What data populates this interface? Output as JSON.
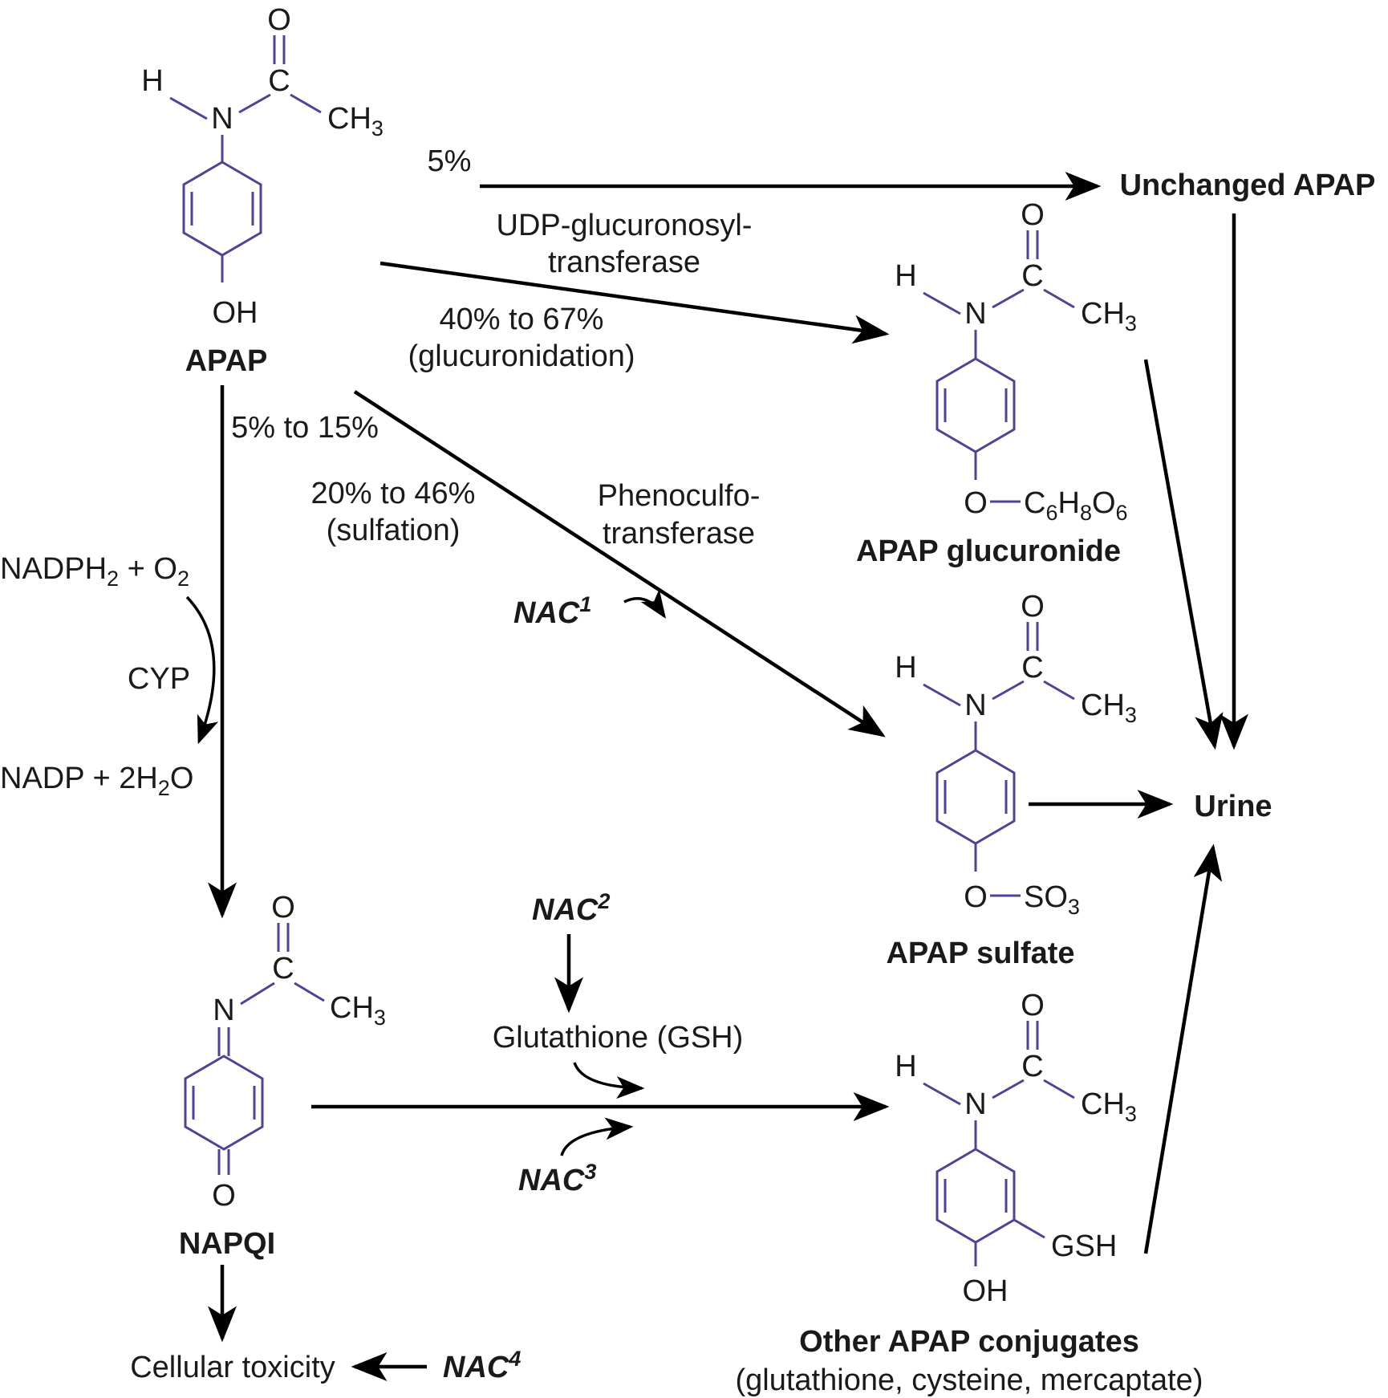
{
  "molecules": {
    "apap": {
      "name": "APAP",
      "substituent": "OH"
    },
    "glucuronide": {
      "name": "APAP glucuronide",
      "substituent": "O—C6H8O6"
    },
    "sulfate": {
      "name": "APAP sulfate",
      "substituent": "O—SO3"
    },
    "napqi": {
      "name": "NAPQI"
    },
    "conjugates": {
      "name": "Other APAP conjugates",
      "note": "(glutathione, cysteine, mercaptate)",
      "substituent": "GSH",
      "oh": "OH"
    }
  },
  "atoms": {
    "o": "O",
    "c": "C",
    "n": "N",
    "h": "H",
    "ch": "CH",
    "three": "3"
  },
  "labels": {
    "unchanged": "Unchanged APAP",
    "urine": "Urine",
    "five_pct": "5%",
    "ugt_1": "UDP-glucuronosyl-",
    "ugt_2": "transferase",
    "gluc_pct": "40% to 67%",
    "gluc_name": "(glucuronidation)",
    "cyp_pct": "5% to 15%",
    "sulf_pct": "20% to 46%",
    "sulf_name": "(sulfation)",
    "pheno_1": "Phenoculfo-",
    "pheno_2": "transferase",
    "cyp": "CYP",
    "gsh": "Glutathione (GSH)",
    "toxicity": "Cellular toxicity",
    "nadph_a": "NADPH",
    "nadph_b": "2",
    "nadph_c": " + O",
    "nadph_d": "2",
    "nadp_a": "NADP + 2H",
    "nadp_b": "2",
    "nadp_c": "O"
  },
  "nac": {
    "text": "NAC",
    "n1": "1",
    "n2": "2",
    "n3": "3",
    "n4": "4"
  }
}
